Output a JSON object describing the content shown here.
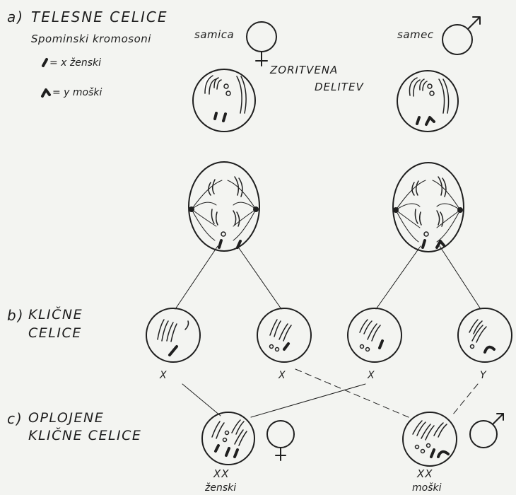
{
  "sections": {
    "a": {
      "marker": "a)",
      "title": "TELESNE CELICE"
    },
    "b": {
      "marker": "b)",
      "line1": "KLIČNE",
      "line2": "CELICE"
    },
    "c": {
      "marker": "c)",
      "line1": "OPLOJENE",
      "line2": "KLIČNE CELICE"
    }
  },
  "legend": {
    "heading": "Spominski kromosoni",
    "x_entry": "= x ženski",
    "y_entry": "= y moški"
  },
  "parents": {
    "female_label": "samica",
    "male_label": "samec"
  },
  "process_label": {
    "line1": "ZORITVENA",
    "line2": "DELITEV"
  },
  "gametes": [
    "X",
    "X",
    "X",
    "Y"
  ],
  "offspring": {
    "female": {
      "genotype": "XX",
      "sex": "ženski"
    },
    "male": {
      "genotype": "XX",
      "sex": "moški"
    }
  },
  "icons": [
    "female-symbol-icon",
    "male-symbol-icon"
  ]
}
